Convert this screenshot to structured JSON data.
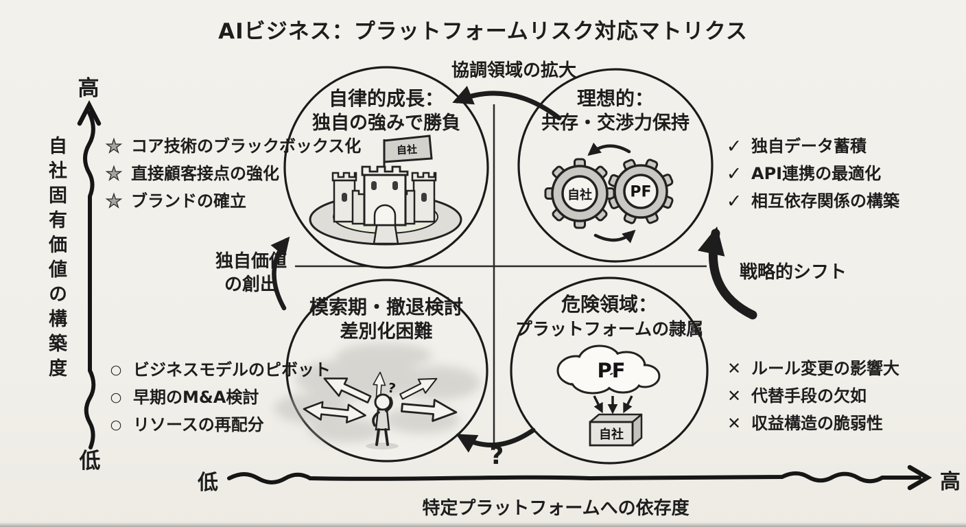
{
  "title": "AIビジネス：プラットフォームリスク対応マトリクス",
  "axes": {
    "y_label": "自社固有価値の構築度",
    "y_high": "高",
    "y_low": "低",
    "x_label": "特定プラットフォームへの依存度",
    "x_low": "低",
    "x_high": "高"
  },
  "quadrants": {
    "top_left": {
      "line1": "自律的成長：",
      "line2": "独自の強みで勝負",
      "flag_label": "自社"
    },
    "top_right": {
      "line1": "理想的：",
      "line2": "共存・交渉力保持",
      "gear_left": "自社",
      "gear_right": "PF"
    },
    "bottom_left": {
      "line1": "模索期・撤退検討",
      "line2": "差別化困難",
      "question": "?"
    },
    "bottom_right": {
      "line1": "危険領域：",
      "line2": "プラットフォームの隷属",
      "cloud_label": "PF",
      "box_label": "自社"
    }
  },
  "lists": {
    "strengths": {
      "bullet": "★",
      "items": [
        "コア技術のブラックボックス化",
        "直接顧客接点の強化",
        "ブランドの確立"
      ]
    },
    "ideal": {
      "bullet": "✓",
      "items": [
        "独自データ蓄積",
        "API連携の最適化",
        "相互依存関係の構築"
      ]
    },
    "explore": {
      "bullet": "○",
      "items": [
        "ビジネスモデルのピボット",
        "早期のM&A検討",
        "リソースの再配分"
      ]
    },
    "danger": {
      "bullet": "✕",
      "items": [
        "ルール変更の影響大",
        "代替手段の欠如",
        "収益構造の脆弱性"
      ]
    }
  },
  "arrows": {
    "top": "協調領域の拡大",
    "left_line1": "独自価値",
    "left_line2": "の創出",
    "right": "戦略的シフト",
    "bottom_question": "?"
  },
  "colors": {
    "background": "#f2f0ea",
    "ink": "#1d1d1d",
    "gray_fill": "#c9c8c3",
    "light_fill": "#f4f3ee"
  }
}
